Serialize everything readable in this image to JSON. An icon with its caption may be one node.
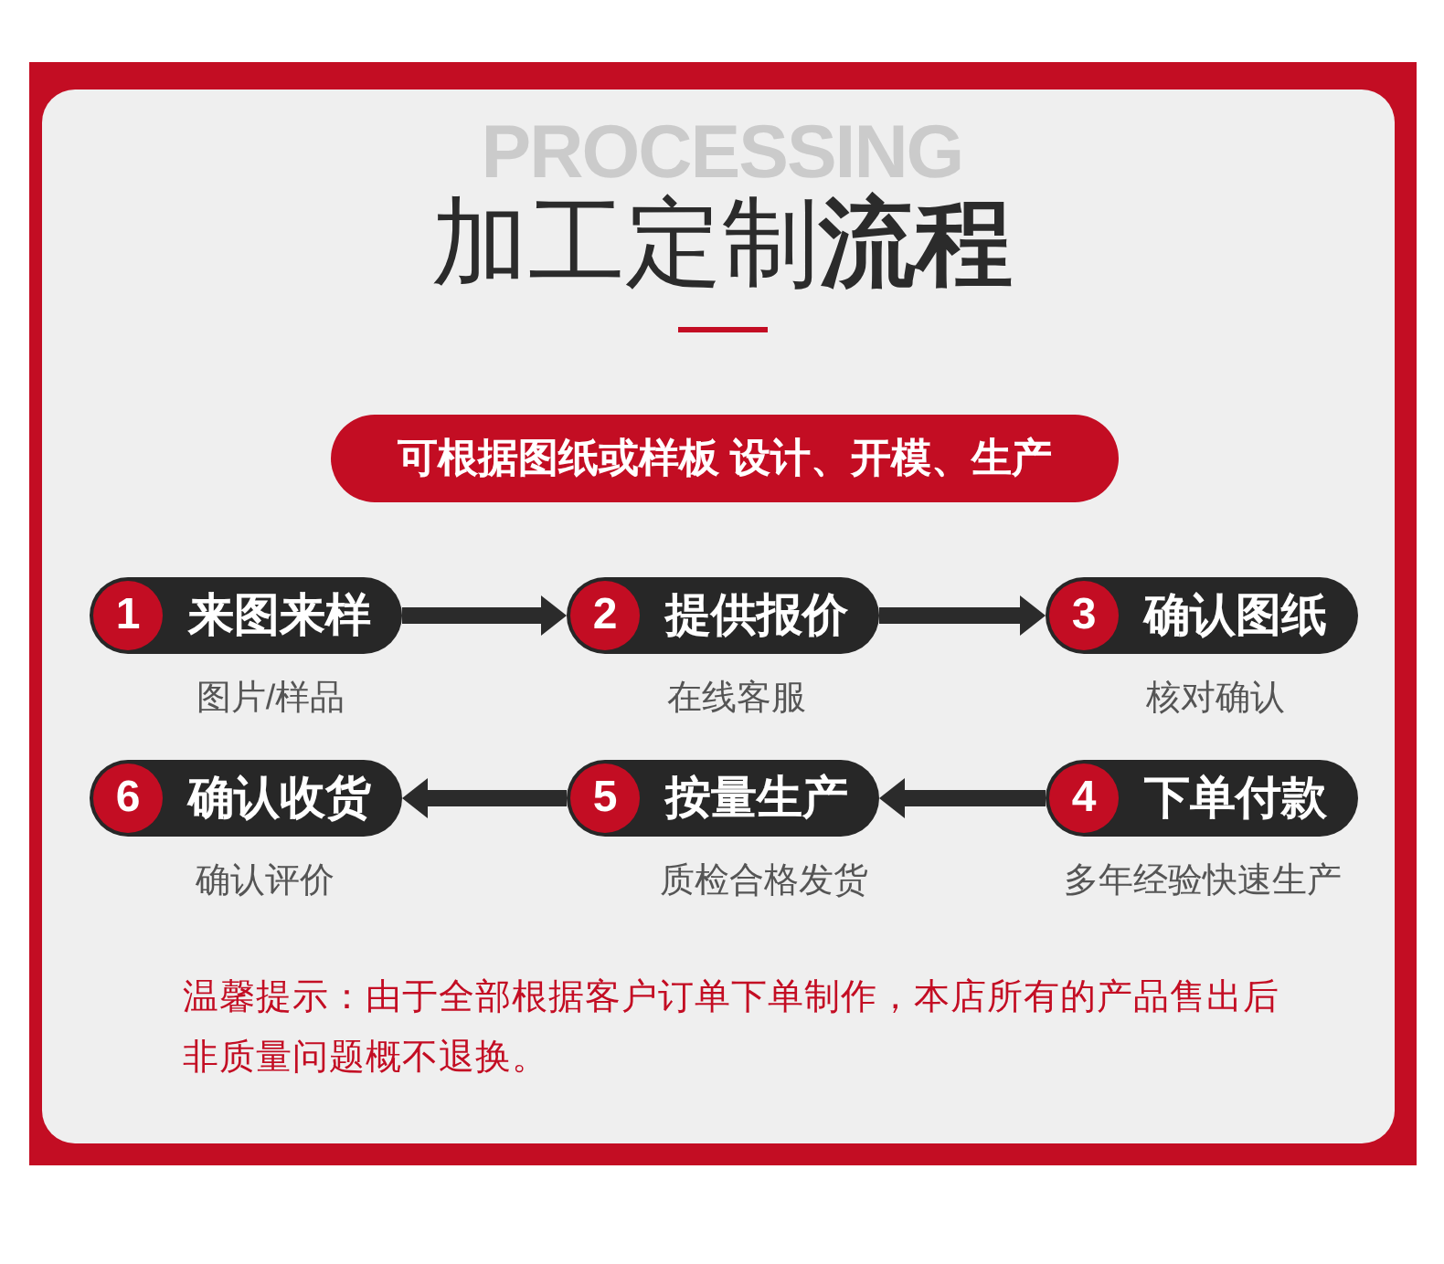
{
  "diagram": {
    "title": "加工定制**流程**",
    "nodes": [
      {
        "text": [
          "可根据图纸或样板 设计、开模、生产"
        ]
      },
      {
        "text": [
          "1",
          "来图来样"
        ],
        "beside": [
          "图片/样品"
        ]
      },
      {
        "text": [
          "2",
          "提供报价"
        ],
        "beside": [
          "在线客服"
        ]
      },
      {
        "text": [
          "3",
          "确认图纸"
        ],
        "beside": [
          "核对确认"
        ]
      },
      {
        "text": [
          "4",
          "下单付款"
        ],
        "beside": [
          "多年经验快速生产"
        ]
      },
      {
        "text": [
          "5",
          "按量生产"
        ],
        "beside": [
          "质检合格发货"
        ]
      },
      {
        "text": [
          "6",
          "确认收货"
        ],
        "beside": [
          "确认评价"
        ]
      }
    ],
    "edges": [
      {
        "from": 1,
        "to": 2,
        "arrow": "to"
      },
      {
        "from": 2,
        "to": 3,
        "arrow": "to"
      },
      {
        "from": 4,
        "to": 5,
        "arrow": "to"
      },
      {
        "from": 5,
        "to": 6,
        "arrow": "to"
      }
    ],
    "labels": [
      "PROCESSING",
      "温馨提示：由于全部根据客户订单下单制作，本店所有的产品售出后非质量问题概不退换。"
    ]
  }
}
